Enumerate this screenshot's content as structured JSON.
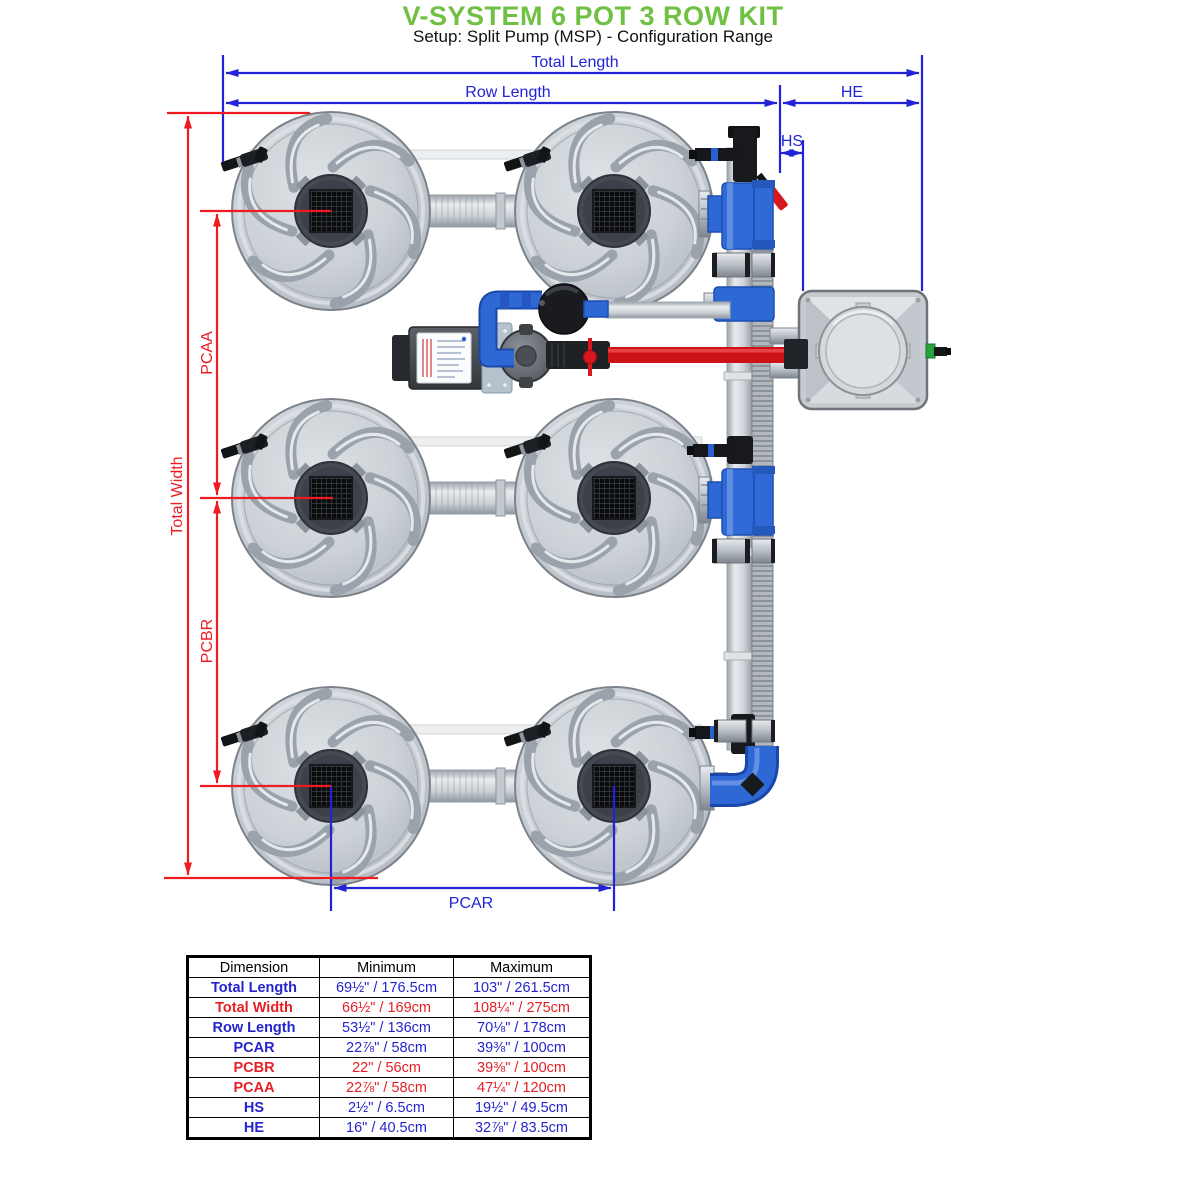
{
  "header": {
    "title": "V-SYSTEM 6 POT 3 ROW KIT",
    "subtitle": "Setup: Split Pump (MSP) - Configuration Range"
  },
  "diagram": {
    "labels": {
      "total_length": "Total Length",
      "row_length": "Row Length",
      "he": "HE",
      "hs": "HS",
      "total_width": "Total Width",
      "pcaa": "PCAA",
      "pcbr": "PCBR",
      "pcar": "PCAR"
    },
    "colors": {
      "title_green": "#70c043",
      "dimension_blue": "#2222d6",
      "dimension_red": "#ee1c22",
      "fitting_blue": "#2e68d4",
      "pressure_line_red": "#cd1318"
    },
    "pot_count": 6,
    "row_count": 3
  },
  "table": {
    "headers": [
      "Dimension",
      "Minimum",
      "Maximum"
    ],
    "rows": [
      {
        "label": "Total Length",
        "min": "69½\" / 176.5cm",
        "max": "103\" / 261.5cm",
        "color": "blue"
      },
      {
        "label": "Total Width",
        "min": "66½\" / 169cm",
        "max": "108¼\" / 275cm",
        "color": "red"
      },
      {
        "label": "Row Length",
        "min": "53½\" / 136cm",
        "max": "70⅛\" / 178cm",
        "color": "blue"
      },
      {
        "label": "PCAR",
        "min": "22⅞\" / 58cm",
        "max": "39⅜\" / 100cm",
        "color": "blue"
      },
      {
        "label": "PCBR",
        "min": "22\" / 56cm",
        "max": "39⅜\" / 100cm",
        "color": "red"
      },
      {
        "label": "PCAA",
        "min": "22⅞\" / 58cm",
        "max": "47¼\" / 120cm",
        "color": "red"
      },
      {
        "label": "HS",
        "min": "2½\" / 6.5cm",
        "max": "19½\" / 49.5cm",
        "color": "blue"
      },
      {
        "label": "HE",
        "min": "16\" / 40.5cm",
        "max": "32⅞\" / 83.5cm",
        "color": "blue"
      }
    ]
  }
}
